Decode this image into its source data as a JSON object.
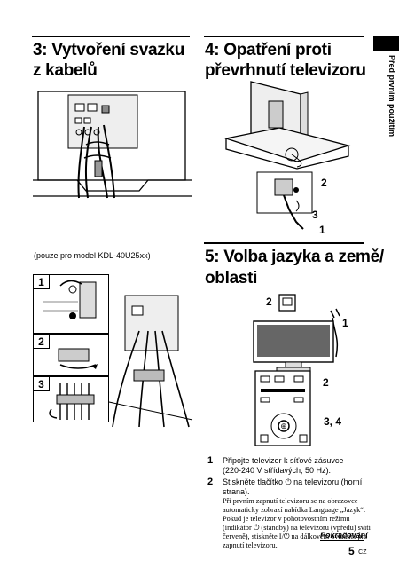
{
  "sections": {
    "s3": {
      "title_line1": "3: Vytvoření svazku",
      "title_line2": "z kabelů"
    },
    "s4": {
      "title_line1": "4: Opatření proti",
      "title_line2": "převrhnutí televizoru"
    },
    "s5": {
      "title_line1": "5: Volba jazyka a země/",
      "title_line2": "oblasti"
    }
  },
  "side_tab": {
    "label": "Před prvním použitím"
  },
  "model_note": "(pouze pro model KDL-40U25xx)",
  "figure_labels": {
    "bundle_steps": [
      "1",
      "2",
      "3"
    ],
    "tip_over": [
      "2",
      "3",
      "1"
    ],
    "lang_setup": [
      "2",
      "1",
      "2",
      "3, 4"
    ]
  },
  "steps": [
    {
      "num": "1",
      "text_line1": "Připojte televizor k síťové zásuvce",
      "text_line2": "(220-240 V střídavých, 50 Hz)."
    },
    {
      "num": "2",
      "text_line1": "Stiskněte tlačítko ⏻ na televizoru (horní",
      "text_line2": "strana)."
    }
  ],
  "detail_lines": [
    "Při prvním zapnutí televizoru se na obrazovce",
    "automaticky zobrazí nabídka Language „Jazyk“.",
    "Pokud je televizor v pohotovostním režimu",
    "(indikátor ⏻ (standby) na televizoru (vpředu) svítí",
    "červeně), stiskněte I/⏻ na dálkovém ovladači pro",
    "zapnutí televizoru."
  ],
  "continue_label": "Pokračování",
  "page_number": "5",
  "page_suffix": "CZ"
}
